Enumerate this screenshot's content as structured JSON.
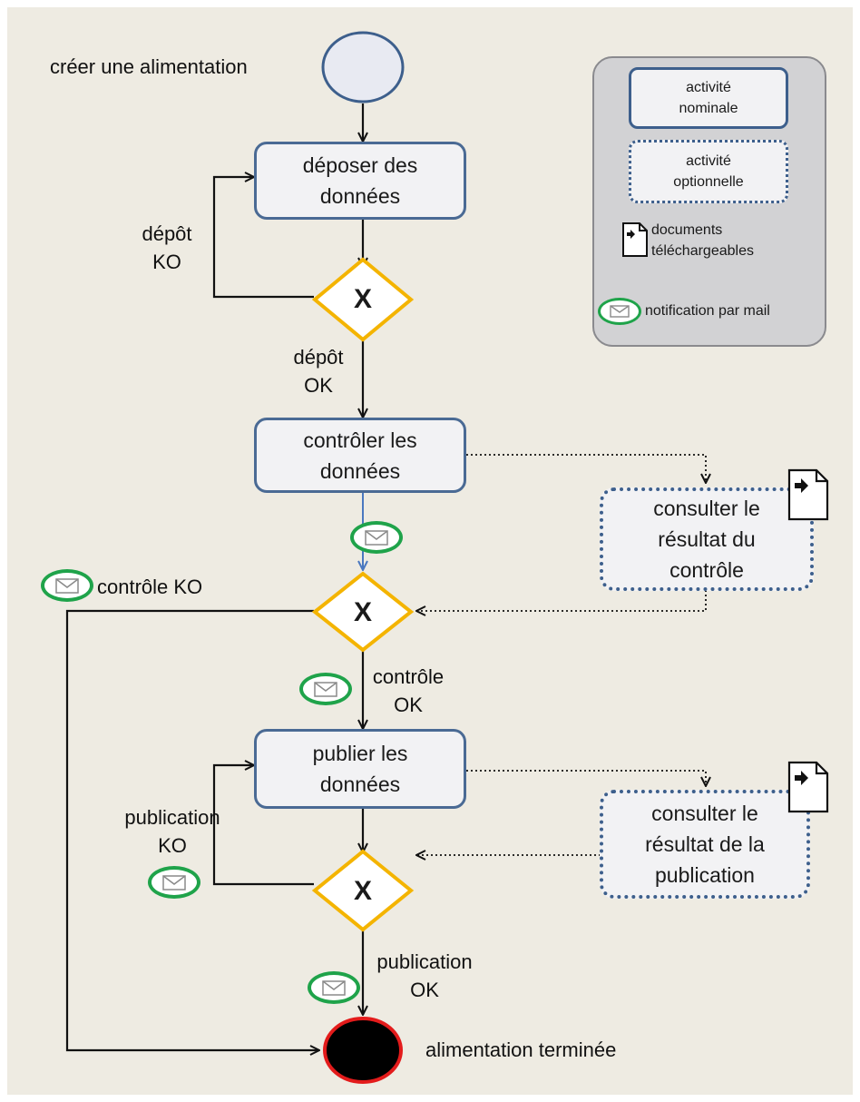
{
  "start": {
    "label": "créer une alimentation"
  },
  "end": {
    "label": "alimentation terminée"
  },
  "tasks": {
    "deposer": "déposer des\ndonnées",
    "controler": "contrôler les\ndonnées",
    "publier": "publier les\ndonnées",
    "consulter_controle": "consulter le\nrésultat du\ncontrôle",
    "consulter_publication": "consulter le\nrésultat de la\npublication"
  },
  "gateways": {
    "symbol": "X"
  },
  "flow_labels": {
    "depot_ko": "dépôt\nKO",
    "depot_ok": "dépôt\nOK",
    "controle_ko": "contrôle KO",
    "controle_ok": "contrôle\nOK",
    "publication_ko": "publication\nKO",
    "publication_ok": "publication\nOK"
  },
  "legend": {
    "nominal": "activité\nnominale",
    "optional": "activité\noptionnelle",
    "documents": "documents\ntéléchargeables",
    "mail": "notification par mail"
  },
  "icons": {
    "mail": "envelope-icon",
    "document": "downloadable-document-icon",
    "gateway": "exclusive-gateway-x"
  },
  "colors": {
    "background": "#eeebe2",
    "task_border": "#4a6a94",
    "gateway_border": "#f4b400",
    "end_border": "#e31b1b",
    "mail_ring": "#1fa34a",
    "legend_bg": "#d2d2d4"
  }
}
